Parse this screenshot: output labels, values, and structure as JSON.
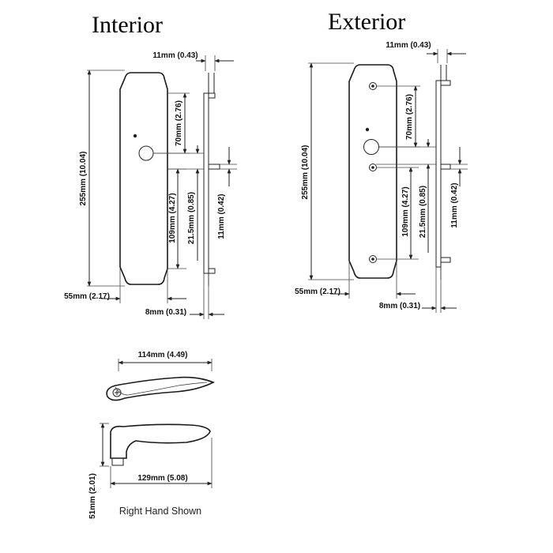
{
  "headings": {
    "interior": "Interior",
    "exterior": "Exterior"
  },
  "dimensions": {
    "depth": "11mm (0.43)",
    "plate_height": "255mm (10.04)",
    "plate_width": "55mm (2.17)",
    "edge_offset": "8mm (0.31)",
    "lever_to_cylinder": "70mm (2.76)",
    "lever_to_bottom": "109mm (4.27)",
    "spindle_gap": "21.5mm (0.85)",
    "tab_height": "11mm (0.42)",
    "lever_length": "114mm (4.49)",
    "lever_projection": "129mm (5.08)",
    "rose_height": "51mm (2.01)"
  },
  "caption": "Right Hand Shown"
}
